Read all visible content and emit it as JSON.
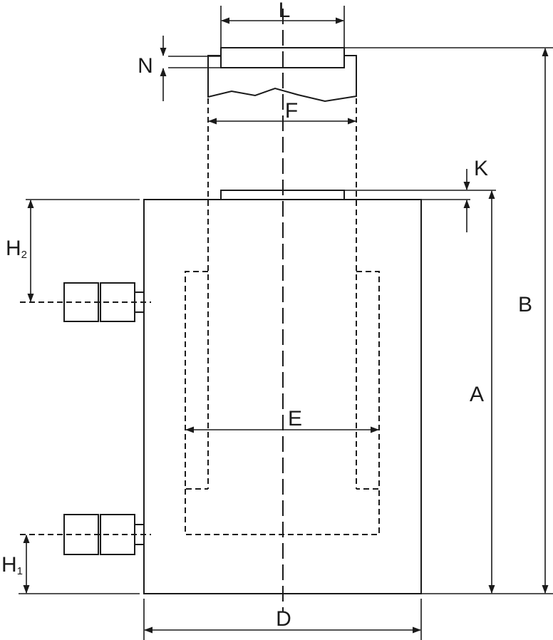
{
  "labels": {
    "L": "L",
    "N": "N",
    "F": "F",
    "K": "K",
    "H2_main": "H",
    "H2_sub": "2",
    "B": "B",
    "A": "A",
    "E": "E",
    "H1_main": "H",
    "H1_sub": "1",
    "D": "D"
  },
  "colors": {
    "line": "#1a1a1a",
    "background": "#ffffff"
  }
}
